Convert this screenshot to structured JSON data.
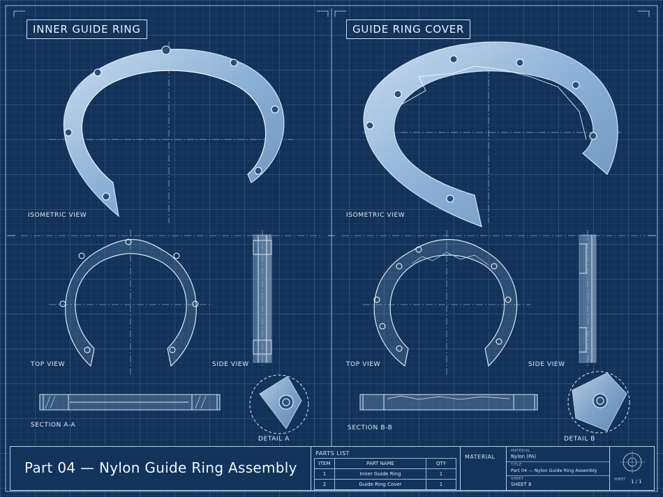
{
  "left_panel": {
    "title": "INNER GUIDE RING",
    "views": {
      "isometric": "ISOMETRIC VIEW",
      "top": "TOP VIEW",
      "side": "SIDE VIEW",
      "section": "SECTION A-A",
      "detail": "DETAIL A"
    }
  },
  "right_panel": {
    "title": "GUIDE RING COVER",
    "views": {
      "isometric": "ISOMETRIC VIEW",
      "top": "TOP VIEW",
      "side": "SIDE VIEW",
      "section": "SECTION B-B",
      "detail": "DETAIL B"
    }
  },
  "title_block": {
    "part_title": "Part 04 — Nylon Guide Ring Assembly",
    "parts_list": {
      "heading": "PARTS LIST",
      "columns": [
        "ITEM",
        "PART NAME",
        "QTY"
      ],
      "rows": [
        [
          "1",
          "Inner Guide Ring",
          "1"
        ],
        [
          "2",
          "Guide Ring Cover",
          "1"
        ]
      ]
    },
    "material_stamp": "MATERIAL",
    "material_label": "MATERIAL",
    "material_value": "Nylon (PA)",
    "title_label": "TITLE",
    "title_value": "Part 04 — Nylon Guide Ring Assembly",
    "sheet_label": "SHEET",
    "sheet_value": "SHEET 8",
    "sheet_num_label": "SHEET",
    "sheet_num_value": "1 / 1"
  },
  "colors": {
    "background": "#12325a",
    "line": "#dbe8f6",
    "part_fill": "#a9c8e6"
  }
}
